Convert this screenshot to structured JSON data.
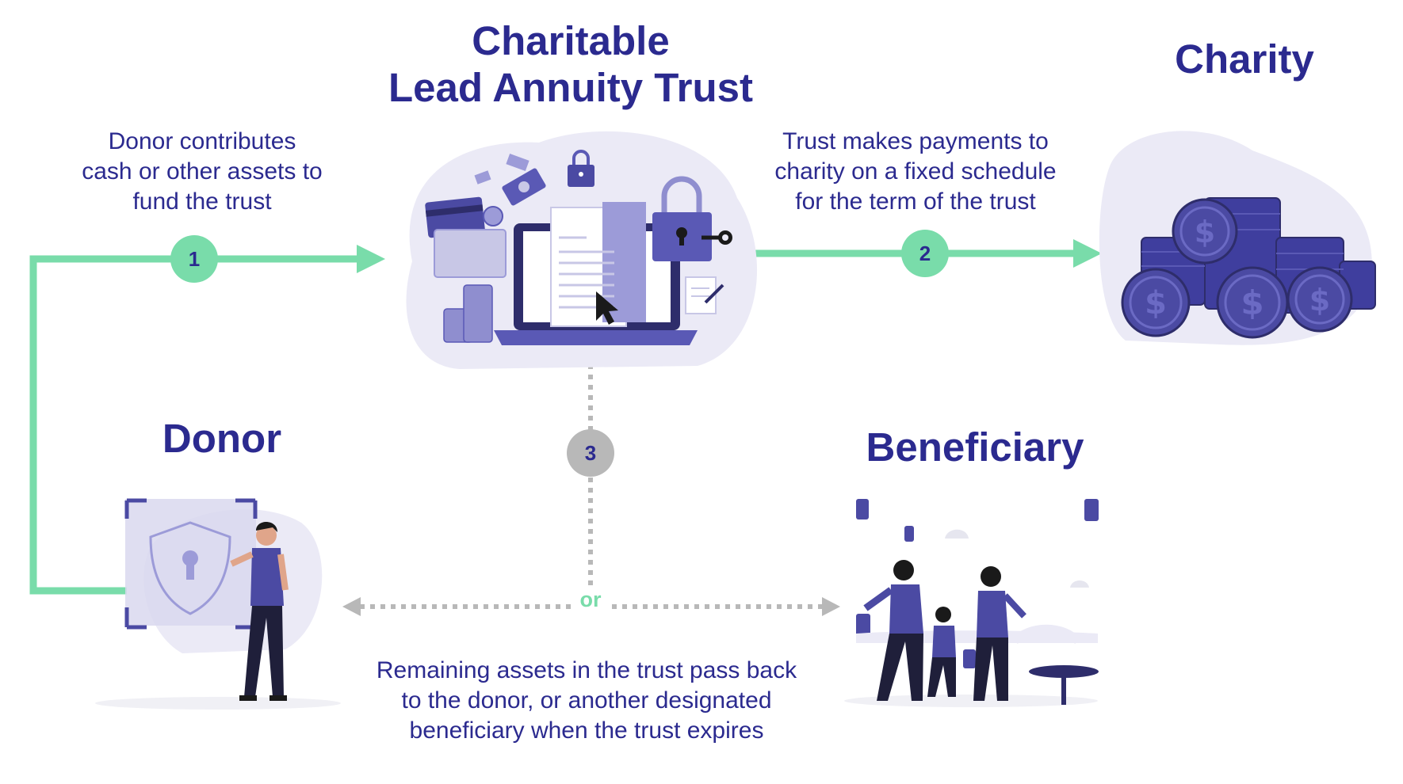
{
  "title": {
    "line1": "Charitable",
    "line2": "Lead Annuity Trust"
  },
  "nodes": {
    "charity": "Charity",
    "donor": "Donor",
    "beneficiary": "Beneficiary"
  },
  "steps": [
    {
      "number": "1",
      "description": [
        "Donor contributes",
        "cash or other assets to",
        "fund the trust"
      ]
    },
    {
      "number": "2",
      "description": [
        "Trust makes payments to",
        "charity on a fixed schedule",
        "for the term of the trust"
      ]
    },
    {
      "number": "3",
      "description": [
        "Remaining assets in the trust pass back",
        "to the donor, or another designated",
        "beneficiary when the trust expires"
      ]
    }
  ],
  "or_label": "or",
  "colors": {
    "primary": "#2b2a8f",
    "accent_green": "#79dcaa",
    "dotted_gray": "#b8b8b8",
    "illustration_purple": "#4b4aa3",
    "illustration_light": "#ebeaf6"
  },
  "icons": [
    "laptop-document-icon",
    "padlock-key-icon",
    "credit-card-icon",
    "cash-bills-icon",
    "coin-stack-icon",
    "dollar-coins-icon",
    "shield-keyhole-icon",
    "person-icon",
    "family-icon",
    "lantern-icon"
  ]
}
